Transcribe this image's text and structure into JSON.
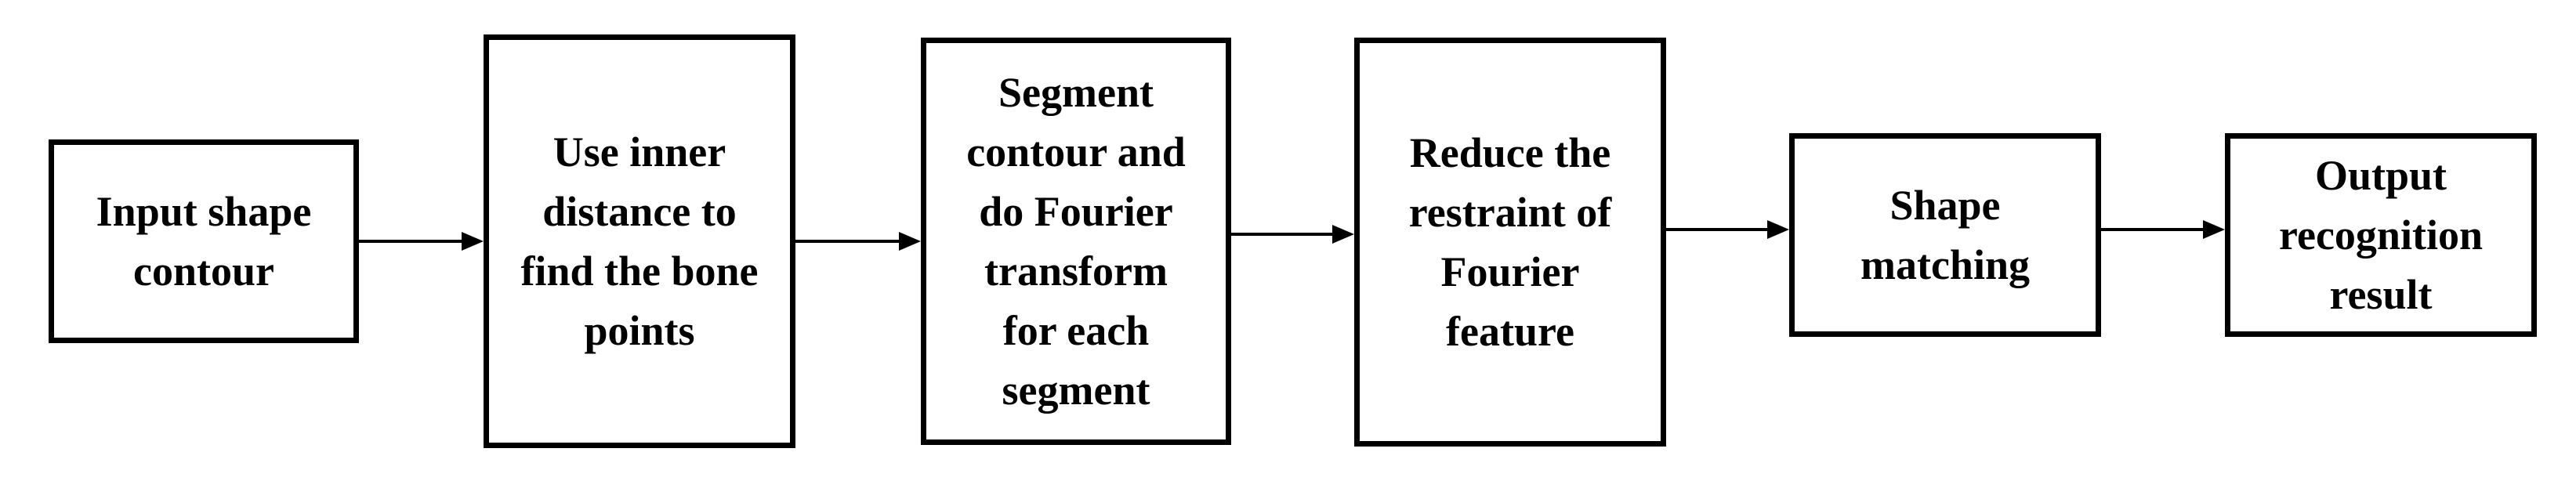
{
  "steps": [
    {
      "id": "input-shape-contour",
      "lines": [
        "Input shape",
        "contour"
      ]
    },
    {
      "id": "use-inner-distance",
      "lines": [
        "Use inner",
        "distance to",
        "find the bone",
        "points"
      ]
    },
    {
      "id": "segment-contour-fourier",
      "lines": [
        "Segment",
        "contour and",
        "do Fourier",
        "transform",
        "for each",
        "segment"
      ]
    },
    {
      "id": "reduce-restraint",
      "lines": [
        "Reduce the",
        "restraint of",
        "Fourier",
        "feature"
      ]
    },
    {
      "id": "shape-matching",
      "lines": [
        "Shape",
        "matching"
      ]
    },
    {
      "id": "output-recognition-result",
      "lines": [
        "Output",
        "recognition",
        "result"
      ]
    }
  ],
  "colors": {
    "stroke": "#000000",
    "background": "#ffffff"
  }
}
